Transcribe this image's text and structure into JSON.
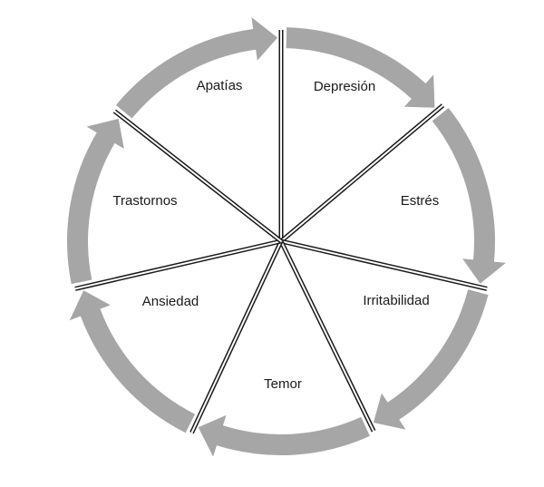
{
  "diagram": {
    "segments": [
      {
        "label": "Depresión"
      },
      {
        "label": "Estrés"
      },
      {
        "label": "Irritabilidad"
      },
      {
        "label": "Temor"
      },
      {
        "label": "Ansiedad"
      },
      {
        "label": "Trastornos"
      },
      {
        "label": "Apatías"
      }
    ],
    "arrow_color": "#a6a6a6",
    "line_color": "#1a1a1a"
  }
}
